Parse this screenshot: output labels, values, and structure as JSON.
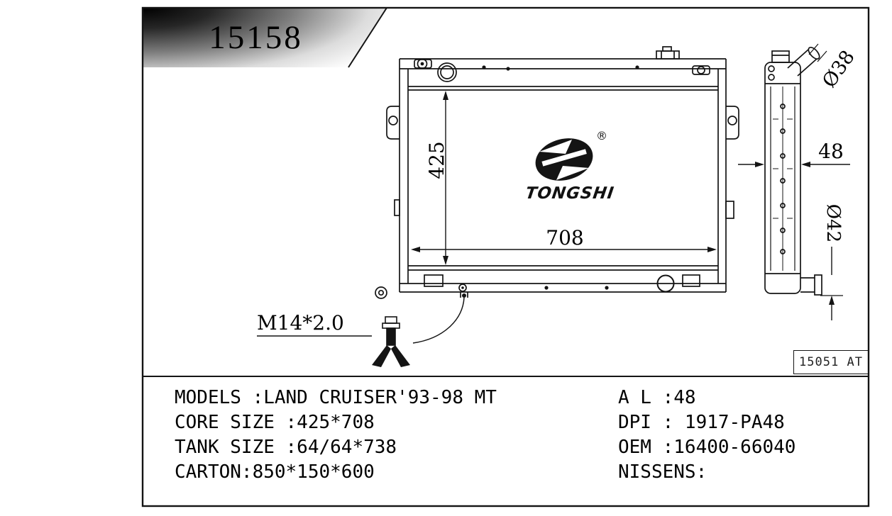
{
  "header": {
    "part_number": "15158"
  },
  "drawing": {
    "stamp": "15051 AT",
    "logo": {
      "brand": "TONGSHI",
      "registered": "®"
    },
    "front_view": {
      "height_dim": "425",
      "width_dim": "708"
    },
    "side_view": {
      "inlet_dia": "Ø38",
      "core_depth": "48",
      "outlet_dia": "Ø42"
    },
    "drain_plug_thread": "M14*2.0"
  },
  "specs": {
    "left": [
      "MODELS :LAND CRUISER'93-98 MT",
      "CORE SIZE :425*708",
      "TANK SIZE :64/64*738",
      "CARTON:850*150*600"
    ],
    "right": [
      "A L :48",
      "DPI : 1917-PA48",
      "OEM :16400-66040",
      "NISSENS:"
    ]
  },
  "colors": {
    "ink": "#141414",
    "paper": "#ffffff"
  }
}
